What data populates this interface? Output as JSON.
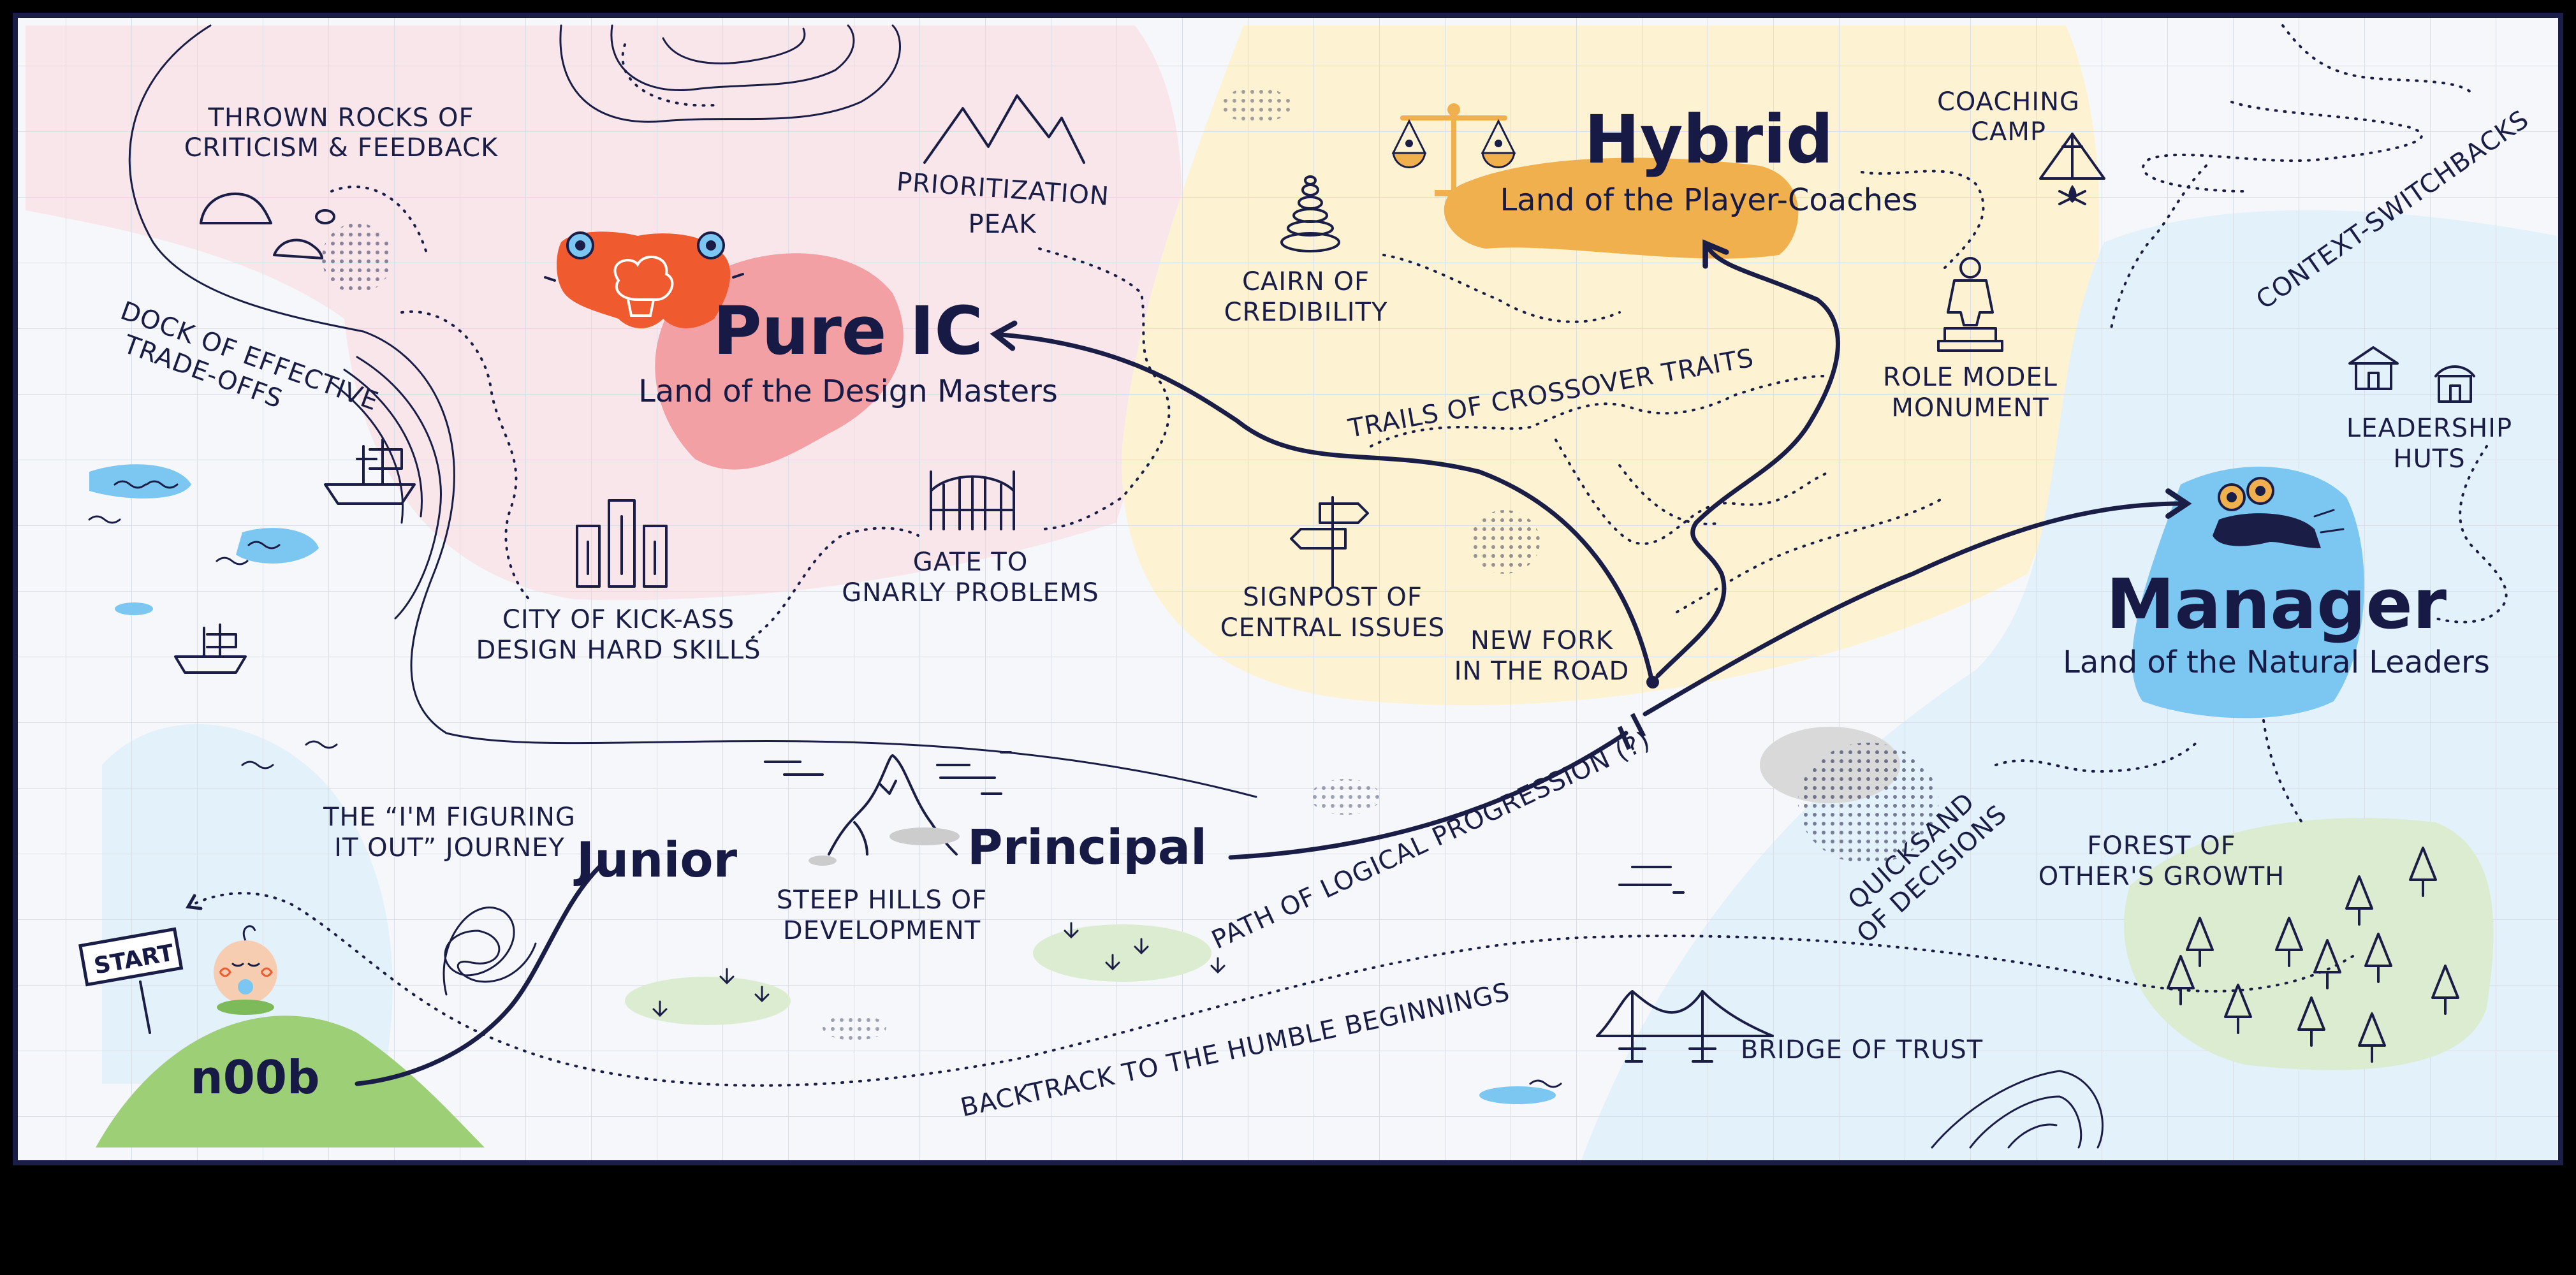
{
  "regions": {
    "pure_ic": {
      "title": "Pure IC",
      "subtitle": "Land of the Design Masters",
      "color": "#f2a0a4"
    },
    "hybrid": {
      "title": "Hybrid",
      "subtitle": "Land of the Player-Coaches",
      "color": "#f0b04e"
    },
    "manager": {
      "title": "Manager",
      "subtitle": "Land of the Natural Leaders",
      "color": "#7cc6f2"
    }
  },
  "stages": {
    "noob": "n00b",
    "junior": "Junior",
    "principal": "Principal",
    "start_sign": "START"
  },
  "landmarks": {
    "thrown_rocks": [
      "THROWN ROCKS OF",
      "CRITICISM & FEEDBACK"
    ],
    "dock": [
      "DOCK OF EFFECTIVE",
      "TRADE-OFFS"
    ],
    "prioritization_peak": [
      "PRIORITIZATION",
      "PEAK"
    ],
    "city": [
      "CITY OF KICK-ASS",
      "DESIGN HARD SKILLS"
    ],
    "gate": [
      "GATE TO",
      "GNARLY PROBLEMS"
    ],
    "cairn": [
      "CAIRN OF",
      "CREDIBILITY"
    ],
    "signpost": [
      "SIGNPOST OF",
      "CENTRAL ISSUES"
    ],
    "trails": "TRAILS OF CROSSOVER TRAITS",
    "new_fork": [
      "NEW FORK",
      "IN THE ROAD"
    ],
    "coaching_camp": [
      "COACHING",
      "CAMP"
    ],
    "role_model": [
      "ROLE MODEL",
      "MONUMENT"
    ],
    "context_switchbacks": "CONTEXT-SWITCHBACKS",
    "leadership_huts": [
      "LEADERSHIP",
      "HUTS"
    ],
    "figuring_out": [
      "THE “I'M FIGURING",
      "IT OUT” JOURNEY"
    ],
    "steep_hills": [
      "STEEP HILLS OF",
      "DEVELOPMENT"
    ],
    "path_logical": "PATH OF LOGICAL PROGRESSION (?)",
    "quicksand": [
      "QUICKSAND",
      "OF DECISIONS"
    ],
    "forest": [
      "FOREST OF",
      "OTHER'S GROWTH"
    ],
    "backtrack": "BACKTRACK TO THE HUMBLE BEGINNINGS",
    "bridge": "BRIDGE OF TRUST"
  },
  "colors": {
    "ink": "#1a1d45",
    "pink_bg": "#f8e6ea",
    "yellow_bg": "#fdf3d3",
    "blue_bg": "#e2f1fa",
    "green_hill": "#9dcf76",
    "green_light": "#dcecd0",
    "water": "#7cc6f2",
    "brain_orange": "#ef5a2f"
  },
  "icons": [
    "rocks-icon",
    "ship-icon",
    "mountain-icon",
    "city-icon",
    "gate-icon",
    "cairn-icon",
    "signpost-icon",
    "scale-icon",
    "tent-icon",
    "monument-icon",
    "huts-icon",
    "brain-icon",
    "whistle-icon",
    "baby-icon",
    "bridge-icon",
    "tree-icon"
  ]
}
